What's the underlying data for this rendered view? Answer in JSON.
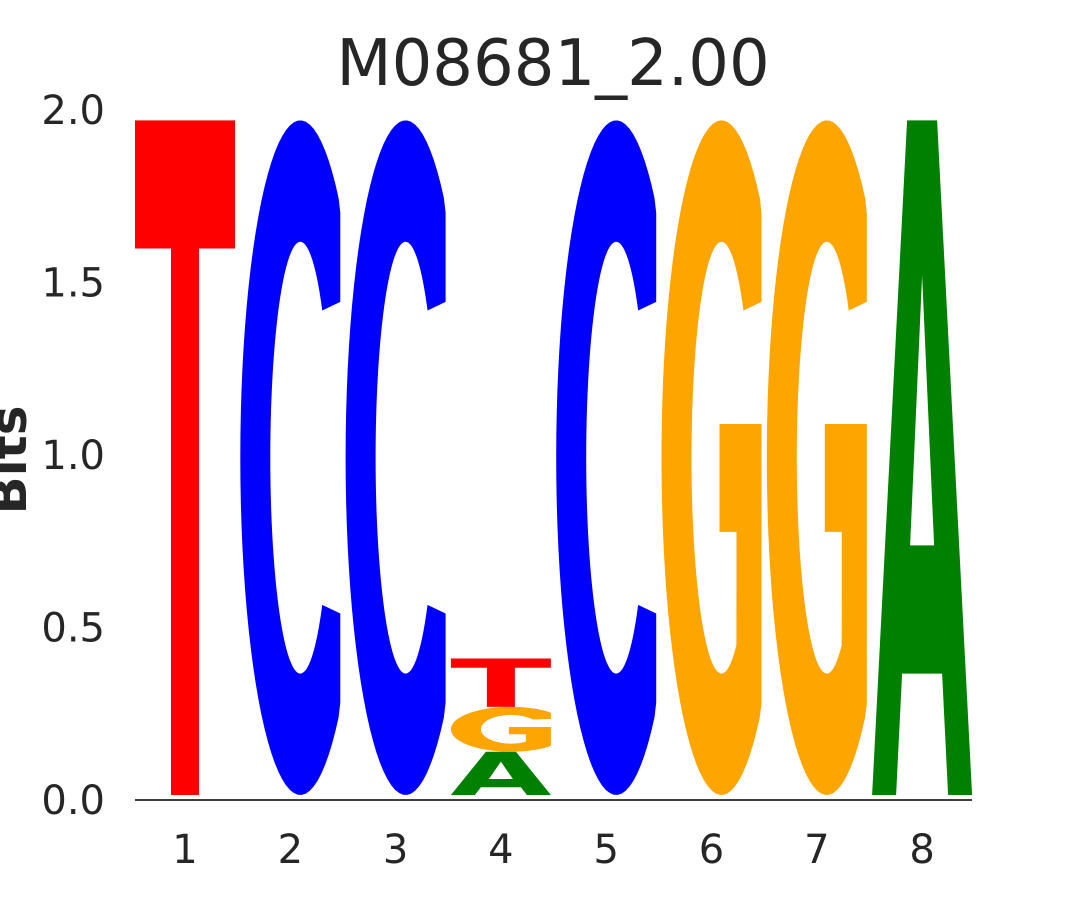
{
  "chart_data": {
    "type": "sequence-logo",
    "title": "M08681_2.00",
    "ylabel": "Bits",
    "xlabel": "",
    "ylim": [
      0,
      2.0
    ],
    "yticks": [
      "0.0",
      "0.5",
      "1.0",
      "1.5",
      "2.0"
    ],
    "categories": [
      "1",
      "2",
      "3",
      "4",
      "5",
      "6",
      "7",
      "8"
    ],
    "colors": {
      "A": "#008000",
      "C": "#0000ff",
      "G": "#ffa500",
      "T": "#ff0000"
    },
    "positions": [
      [
        {
          "base": "T",
          "bits": 1.97
        }
      ],
      [
        {
          "base": "C",
          "bits": 1.97
        }
      ],
      [
        {
          "base": "C",
          "bits": 1.97
        }
      ],
      [
        {
          "base": "A",
          "bits": 0.14
        },
        {
          "base": "G",
          "bits": 0.13
        },
        {
          "base": "T",
          "bits": 0.14
        }
      ],
      [
        {
          "base": "C",
          "bits": 1.97
        }
      ],
      [
        {
          "base": "G",
          "bits": 1.97
        }
      ],
      [
        {
          "base": "G",
          "bits": 1.97
        }
      ],
      [
        {
          "base": "A",
          "bits": 1.97
        }
      ]
    ]
  }
}
